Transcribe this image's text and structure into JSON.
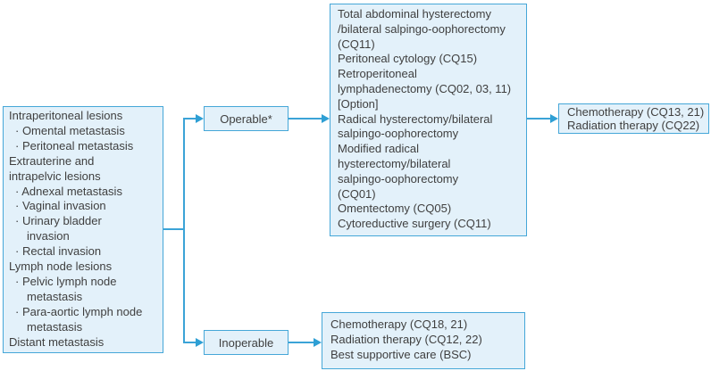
{
  "colors": {
    "box_fill": "#e3f1fa",
    "box_border": "#45a7d8",
    "connector": "#2e9fd4",
    "text": "#3f3f3f"
  },
  "lesions_box": {
    "lines": [
      {
        "style": "plain",
        "text": "Intraperitoneal lesions"
      },
      {
        "style": "bullet",
        "text": "· Omental metastasis"
      },
      {
        "style": "bullet",
        "text": "· Peritoneal metastasis"
      },
      {
        "style": "plain",
        "text": "Extrauterine and"
      },
      {
        "style": "plain",
        "text": "intrapelvic lesions"
      },
      {
        "style": "bullet",
        "text": "· Adnexal metastasis"
      },
      {
        "style": "bullet",
        "text": "· Vaginal invasion"
      },
      {
        "style": "bullet",
        "text": "· Urinary bladder"
      },
      {
        "style": "cont",
        "text": "invasion"
      },
      {
        "style": "bullet",
        "text": "· Rectal invasion"
      },
      {
        "style": "plain",
        "text": "Lymph node lesions"
      },
      {
        "style": "bullet",
        "text": "· Pelvic lymph node"
      },
      {
        "style": "cont",
        "text": "metastasis"
      },
      {
        "style": "bullet",
        "text": "· Para-aortic lymph node"
      },
      {
        "style": "cont",
        "text": "metastasis"
      },
      {
        "style": "plain",
        "text": "Distant metastasis"
      }
    ]
  },
  "operable_node": {
    "label": "Operable*"
  },
  "inoperable_node": {
    "label": "Inoperable"
  },
  "surgery_box": {
    "lines": [
      "Total abdominal hysterectomy",
      "/bilateral salpingo-oophorectomy",
      "(CQ11)",
      "Peritoneal cytology (CQ15)",
      "Retroperitoneal",
      "lymphadenectomy (CQ02, 03, 11)",
      "[Option]",
      "Radical hysterectomy/bilateral",
      "salpingo-oophorectomy",
      "Modified radical",
      "hysterectomy/bilateral",
      "salpingo-oophorectomy",
      "(CQ01)",
      "Omentectomy (CQ05)",
      "Cytoreductive surgery (CQ11)"
    ]
  },
  "outcome_box": {
    "lines": [
      "Chemotherapy (CQ13, 21)",
      "Radiation therapy (CQ22)"
    ]
  },
  "palliative_box": {
    "lines": [
      "Chemotherapy (CQ18, 21)",
      "Radiation therapy (CQ12, 22)",
      "Best supportive care (BSC)"
    ]
  }
}
